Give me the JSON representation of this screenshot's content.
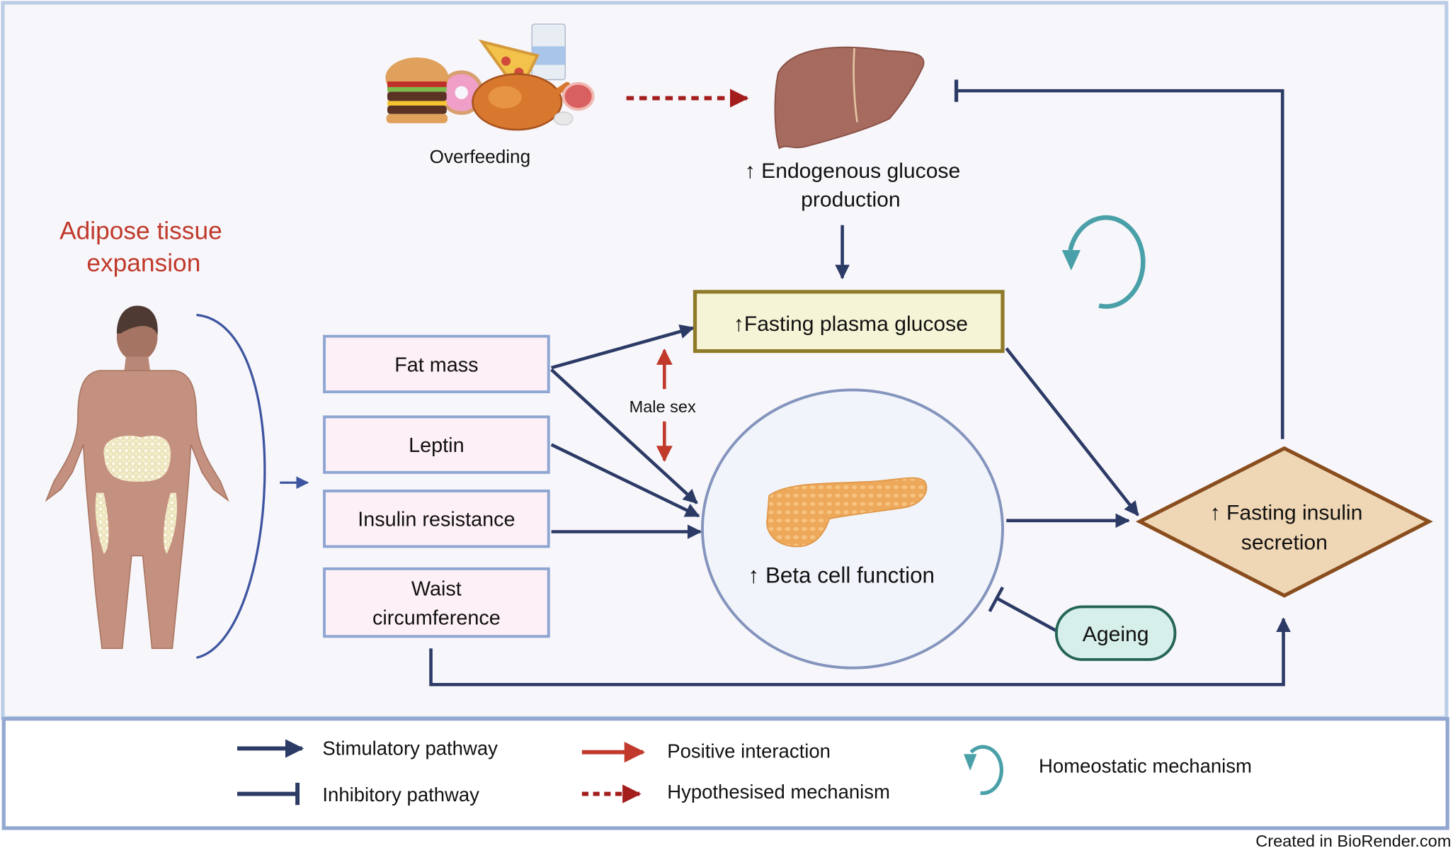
{
  "colors": {
    "panel_bg": "#f7f6fa",
    "panel_border": "#bccde6",
    "navy": "#2c3a66",
    "red": "#c0392b",
    "dark_red": "#a31d1d",
    "teal": "#4aa0a8",
    "title_red": "#c0392b",
    "box_fill": "#fdf0f6",
    "box_border": "#8fa6d2",
    "glucose_fill": "#f6f4d6",
    "glucose_border": "#8f7a2a",
    "circle_fill": "#f1f5fb",
    "circle_border": "#8494bd",
    "diamond_fill": "#efd7b5",
    "diamond_border": "#8a4e1e",
    "ageing_fill": "#d6efea",
    "ageing_border": "#256556"
  },
  "title": {
    "line1": "Adipose tissue",
    "line2": "expansion"
  },
  "overfeeding": {
    "label": "Overfeeding",
    "icon": "food-pile-icon"
  },
  "liver": {
    "icon": "liver-icon",
    "line1": "↑ Endogenous glucose",
    "line2": "production"
  },
  "body_figure": {
    "icon": "obese-person-icon"
  },
  "factors": [
    {
      "lines": [
        "Fat mass"
      ]
    },
    {
      "lines": [
        "Leptin"
      ]
    },
    {
      "lines": [
        "Insulin resistance"
      ]
    },
    {
      "lines": [
        "Waist",
        "circumference"
      ]
    }
  ],
  "glucose_box": {
    "label": "↑Fasting plasma glucose"
  },
  "male_sex": {
    "label": "Male sex"
  },
  "beta_cell": {
    "label": "↑ Beta cell function",
    "icon": "pancreas-icon"
  },
  "insulin_diamond": {
    "line1": "↑ Fasting insulin",
    "line2": "secretion"
  },
  "ageing": {
    "label": "Ageing"
  },
  "homeostatic_icon": "homeostatic-cycle-icon",
  "legend": {
    "stimulatory": "Stimulatory pathway",
    "inhibitory": "Inhibitory pathway",
    "positive": "Positive interaction",
    "hypothesised": "Hypothesised mechanism",
    "homeostatic": "Homeostatic mechanism"
  },
  "credit": "Created in BioRender.com"
}
